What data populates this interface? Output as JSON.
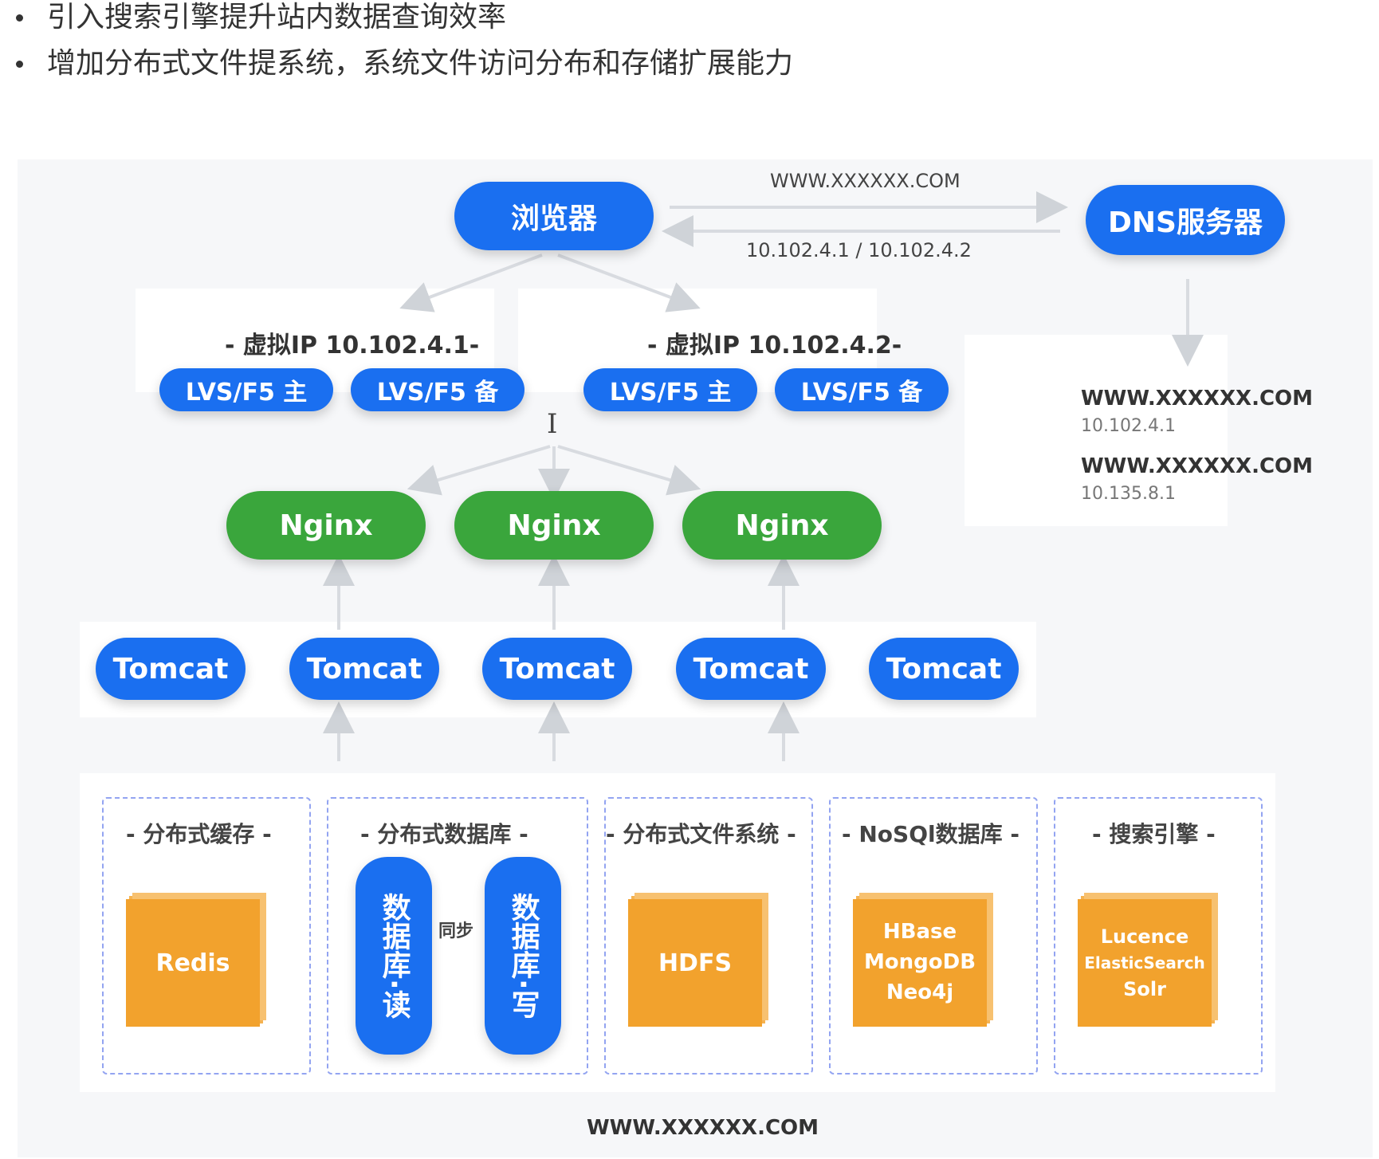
{
  "bullets": [
    "引入搜索引擎提升站内数据查询效率",
    "增加分布式文件提系统，系统文件访问分布和存储扩展能力"
  ],
  "browser": "浏览器",
  "dns": "DNS服务器",
  "dns_request_label": "WWW.XXXXXX.COM",
  "dns_response_label": "10.102.4.1 / 10.102.4.2",
  "dns_records": [
    {
      "domain": "WWW.XXXXXX.COM",
      "ip": "10.102.4.1"
    },
    {
      "domain": "WWW.XXXXXX.COM",
      "ip": "10.135.8.1"
    }
  ],
  "virtual_ip_groups": [
    {
      "label": "- 虚拟IP 10.102.4.1-",
      "master": "LVS/F5 主",
      "backup": "LVS/F5 备"
    },
    {
      "label": "- 虚拟IP 10.102.4.2-",
      "master": "LVS/F5 主",
      "backup": "LVS/F5 备"
    }
  ],
  "nginx": [
    "Nginx",
    "Nginx",
    "Nginx"
  ],
  "tomcat": [
    "Tomcat",
    "Tomcat",
    "Tomcat",
    "Tomcat",
    "Tomcat"
  ],
  "storage": {
    "cache": {
      "label": "- 分布式缓存 -",
      "item": "Redis"
    },
    "database": {
      "label": "- 分布式数据库 -",
      "read": "数据库·读",
      "write": "数据库·写",
      "sync": "同步"
    },
    "file_system": {
      "label": "- 分布式文件系统 -",
      "item": "HDFS"
    },
    "nosql": {
      "label": "- NoSQl数据库 -",
      "items": [
        "HBase",
        "MongoDB",
        "Neo4j"
      ]
    },
    "search": {
      "label": "- 搜索引擎 -",
      "items": [
        "Lucence",
        "ElasticSearch",
        "Solr"
      ]
    }
  },
  "footer": "WWW.XXXXXX.COM",
  "colors": {
    "blue": "#1a6ff0",
    "green": "#3aa63c",
    "orange": "#f2a22d",
    "dashed_border": "#93a4f1"
  }
}
